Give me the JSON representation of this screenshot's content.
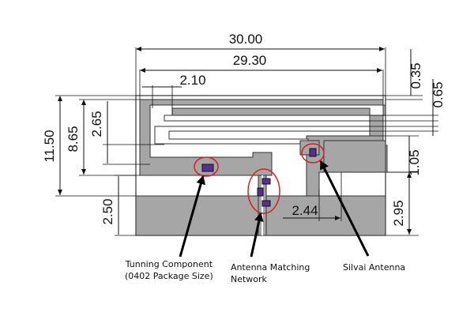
{
  "dimensions": {
    "total_width": "30.00",
    "antenna_width": "29.30",
    "arm_width": "2.10",
    "top_margin": "0.35",
    "trace_width": "0.65",
    "board_height": "11.50",
    "antenna_height": "8.65",
    "arm_height": "2.65",
    "gap_height": "1.05",
    "ground_clearance_left": "2.50",
    "ground_clearance_right": "2.95",
    "feed_offset": "2.44"
  },
  "callouts": {
    "tuning_line1": "Tunning Component",
    "tuning_line2": "(0402 Package Size)",
    "matching_line1": "Antenna Matching",
    "matching_line2": "Network",
    "silvai": "Silvai Antenna"
  },
  "colors": {
    "trace": "#a6a6a6",
    "outline": "#1a1a1a",
    "component": "#5a2d91",
    "highlight": "#d62020"
  }
}
